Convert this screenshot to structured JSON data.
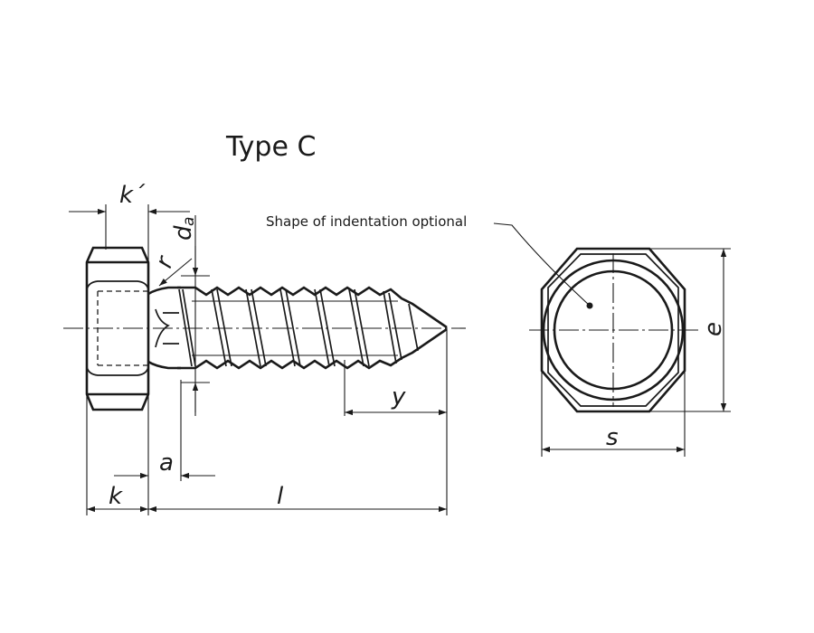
{
  "title": "Type C",
  "note": "Shape of indentation optional",
  "dimensions": {
    "k_prime": "k´",
    "r": "r",
    "d": "d",
    "d_sub": "a",
    "y": "y",
    "a": "a",
    "k": "k",
    "l": "l",
    "e": "e",
    "s": "s"
  },
  "colors": {
    "ink": "#1a1a1a",
    "background": "#ffffff"
  }
}
